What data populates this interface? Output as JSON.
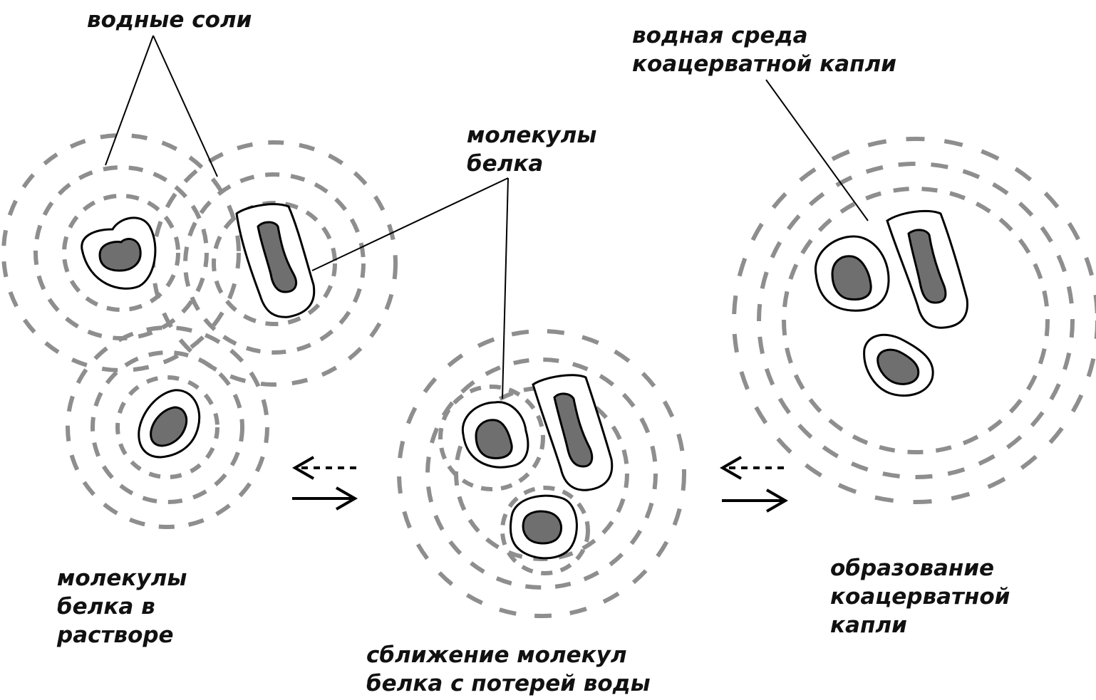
{
  "labels": {
    "water_salts": "водные соли",
    "water_medium": [
      "водная среда",
      "коацерватной капли"
    ],
    "protein_molecules": [
      "молекулы",
      "белка"
    ],
    "molecules_in_solution": [
      "молекулы",
      "белка в",
      "растворе"
    ],
    "approach": [
      "сближение молекул",
      "белка с потерей воды"
    ],
    "formation": [
      "образование",
      "коацерватной",
      "капли"
    ]
  },
  "colors": {
    "ring": "#8e8e8e",
    "core": "#6f6f6f",
    "outline": "#000000",
    "background": "#ffffff"
  }
}
